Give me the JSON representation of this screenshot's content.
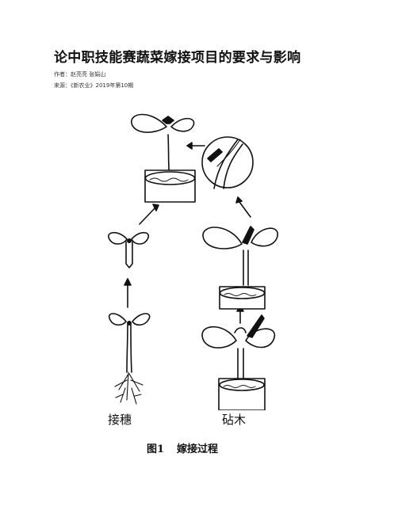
{
  "document": {
    "title": "论中职技能赛蔬菜嫁接项目的要求与影响",
    "author_line": "作者：赵亮亮 张娟山",
    "source_line": "来源：《新农业》2019年第10期"
  },
  "figure": {
    "label_scion": "接穗",
    "label_rootstock": "砧木",
    "caption_number": "图1",
    "caption_text": "嫁接过程"
  }
}
